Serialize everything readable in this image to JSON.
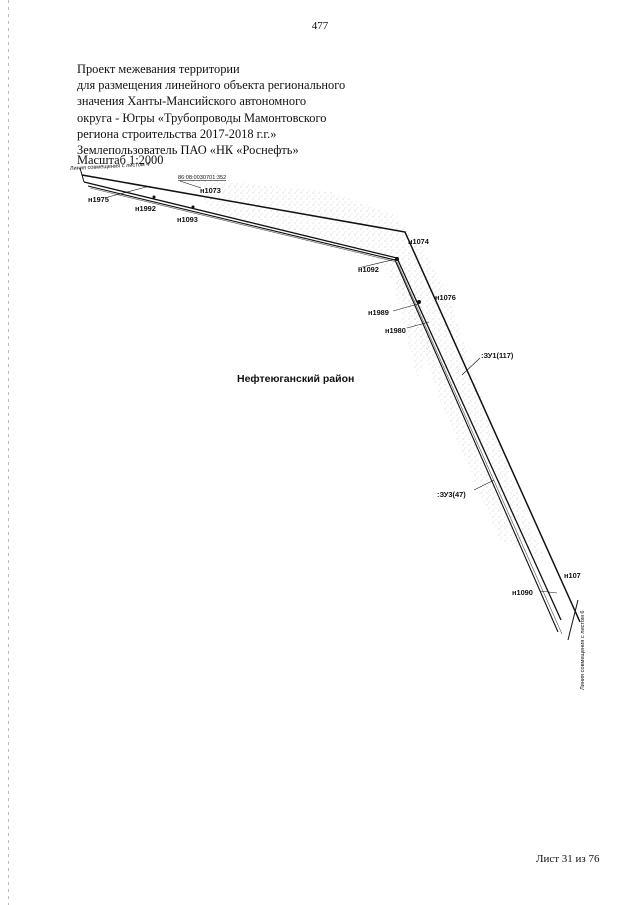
{
  "page_number": "477",
  "title_lines": [
    "Проект межевания территории",
    "для размещения линейного объекта регионального",
    "значения Ханты-Мансийского автономного",
    "округа - Югры «Трубопроводы Мамонтовского",
    "региона строительства 2017-2018 г.г.»",
    "Землепользователь ПАО «НК «Роснефть»"
  ],
  "scale": "Масштаб 1:2000",
  "district": "Нефтеюганский район",
  "match_line_top": "Линия совмещения с листом 4",
  "match_line_right": "Линия совмещения с листом 6",
  "cadastral_number": "86:08:0030701:352",
  "points": {
    "n1975": "н1975",
    "n1992": "н1992",
    "n1093": "н1093",
    "n1073": "н1073",
    "n1074": "н1074",
    "n1092": "н1092",
    "n1076": "н1076",
    "n1989": "н1989",
    "n1980": "н1980",
    "n1090": "н1090",
    "n107": "н107"
  },
  "zones": {
    "zu1": ":ЗУ1(117)",
    "zu3": ":ЗУ3(47)"
  },
  "footer": "Лист 31 из 76"
}
